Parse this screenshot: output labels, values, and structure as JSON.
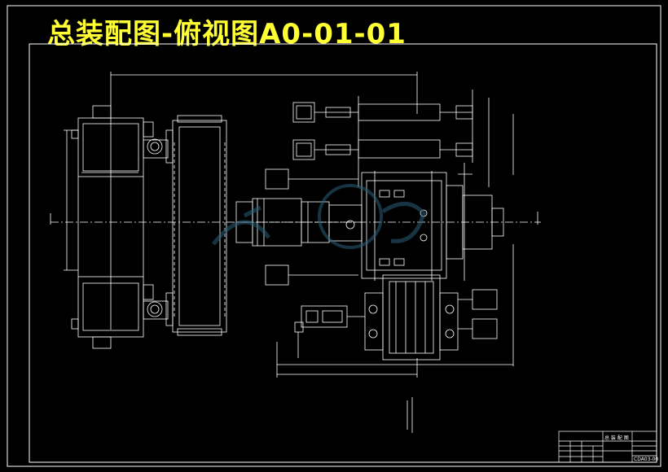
{
  "drawing": {
    "title": "总装配图-俯视图A0-01-01",
    "title_color": "#ffff33",
    "line_color": "#ffffff",
    "background_color": "#000000"
  },
  "title_block": {
    "main_cell": "总 装 配 图",
    "code": "CDA03-00"
  }
}
